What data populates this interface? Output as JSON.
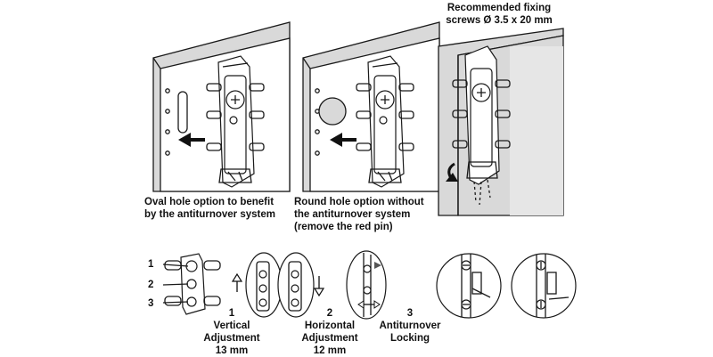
{
  "top": {
    "panel1_caption": "Oval hole option to benefit by the antiturnover system",
    "panel2_caption": "Round hole option without the antiturnover system (remove the red pin)",
    "panel3_caption": "Recommended fixing screws Ø 3.5 x 20 mm"
  },
  "bottom": {
    "part_numbers": [
      "1",
      "2",
      "3"
    ],
    "steps": [
      {
        "number": "1",
        "title": "Vertical Adjustment",
        "value": "13 mm"
      },
      {
        "number": "2",
        "title": "Horizontal Adjustment",
        "value": "12 mm"
      },
      {
        "number": "3",
        "title": "Antiturnover Locking",
        "value": ""
      }
    ]
  },
  "colors": {
    "line": "#1a1a1a",
    "panel_fill": "#d9d9d9",
    "background": "#ffffff"
  }
}
